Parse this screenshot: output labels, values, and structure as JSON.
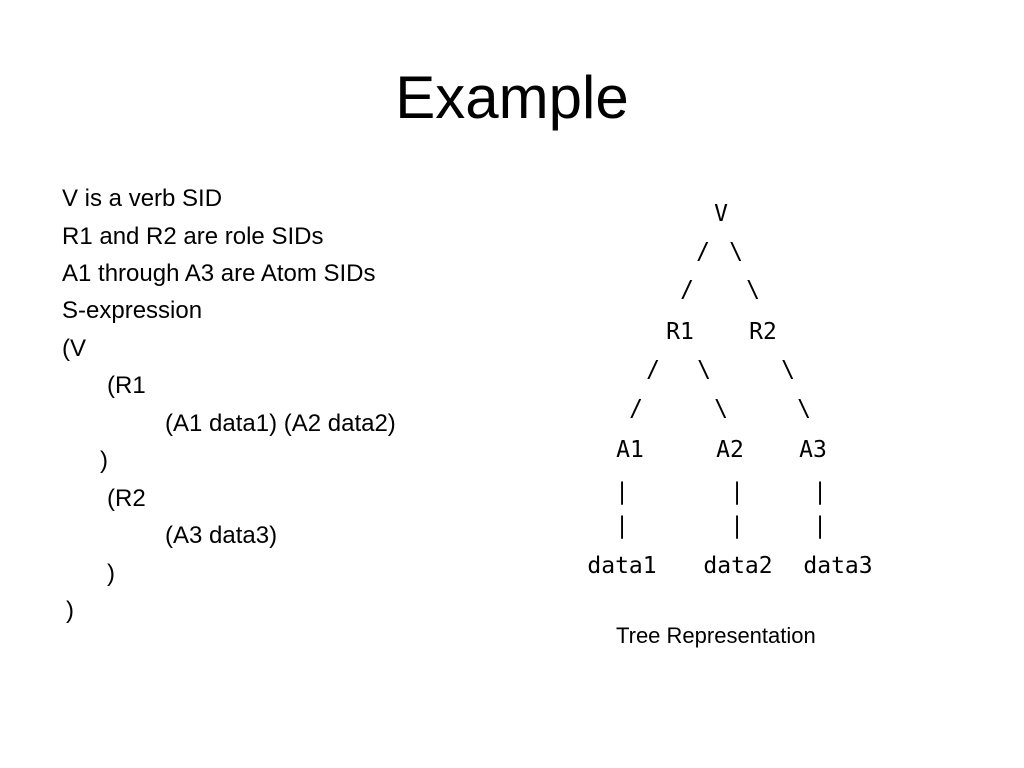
{
  "title": "Example",
  "body": {
    "lines": [
      "V is a verb SID",
      "R1 and R2 are role SIDs",
      "A1 through A3 are Atom SIDs",
      "S-expression",
      "(V",
      "(R1",
      "(A1 data1) (A2 data2)",
      ")",
      "(R2",
      "(A3 data3)",
      ")",
      ")"
    ]
  },
  "tree": {
    "root": "V",
    "roles": [
      "R1",
      "R2"
    ],
    "atoms": [
      "A1",
      "A2",
      "A3"
    ],
    "data": [
      "data1",
      "data2",
      "data3"
    ],
    "edge_glyphs": {
      "left": "/",
      "right": "\\",
      "down": "|"
    },
    "caption": "Tree Representation"
  }
}
